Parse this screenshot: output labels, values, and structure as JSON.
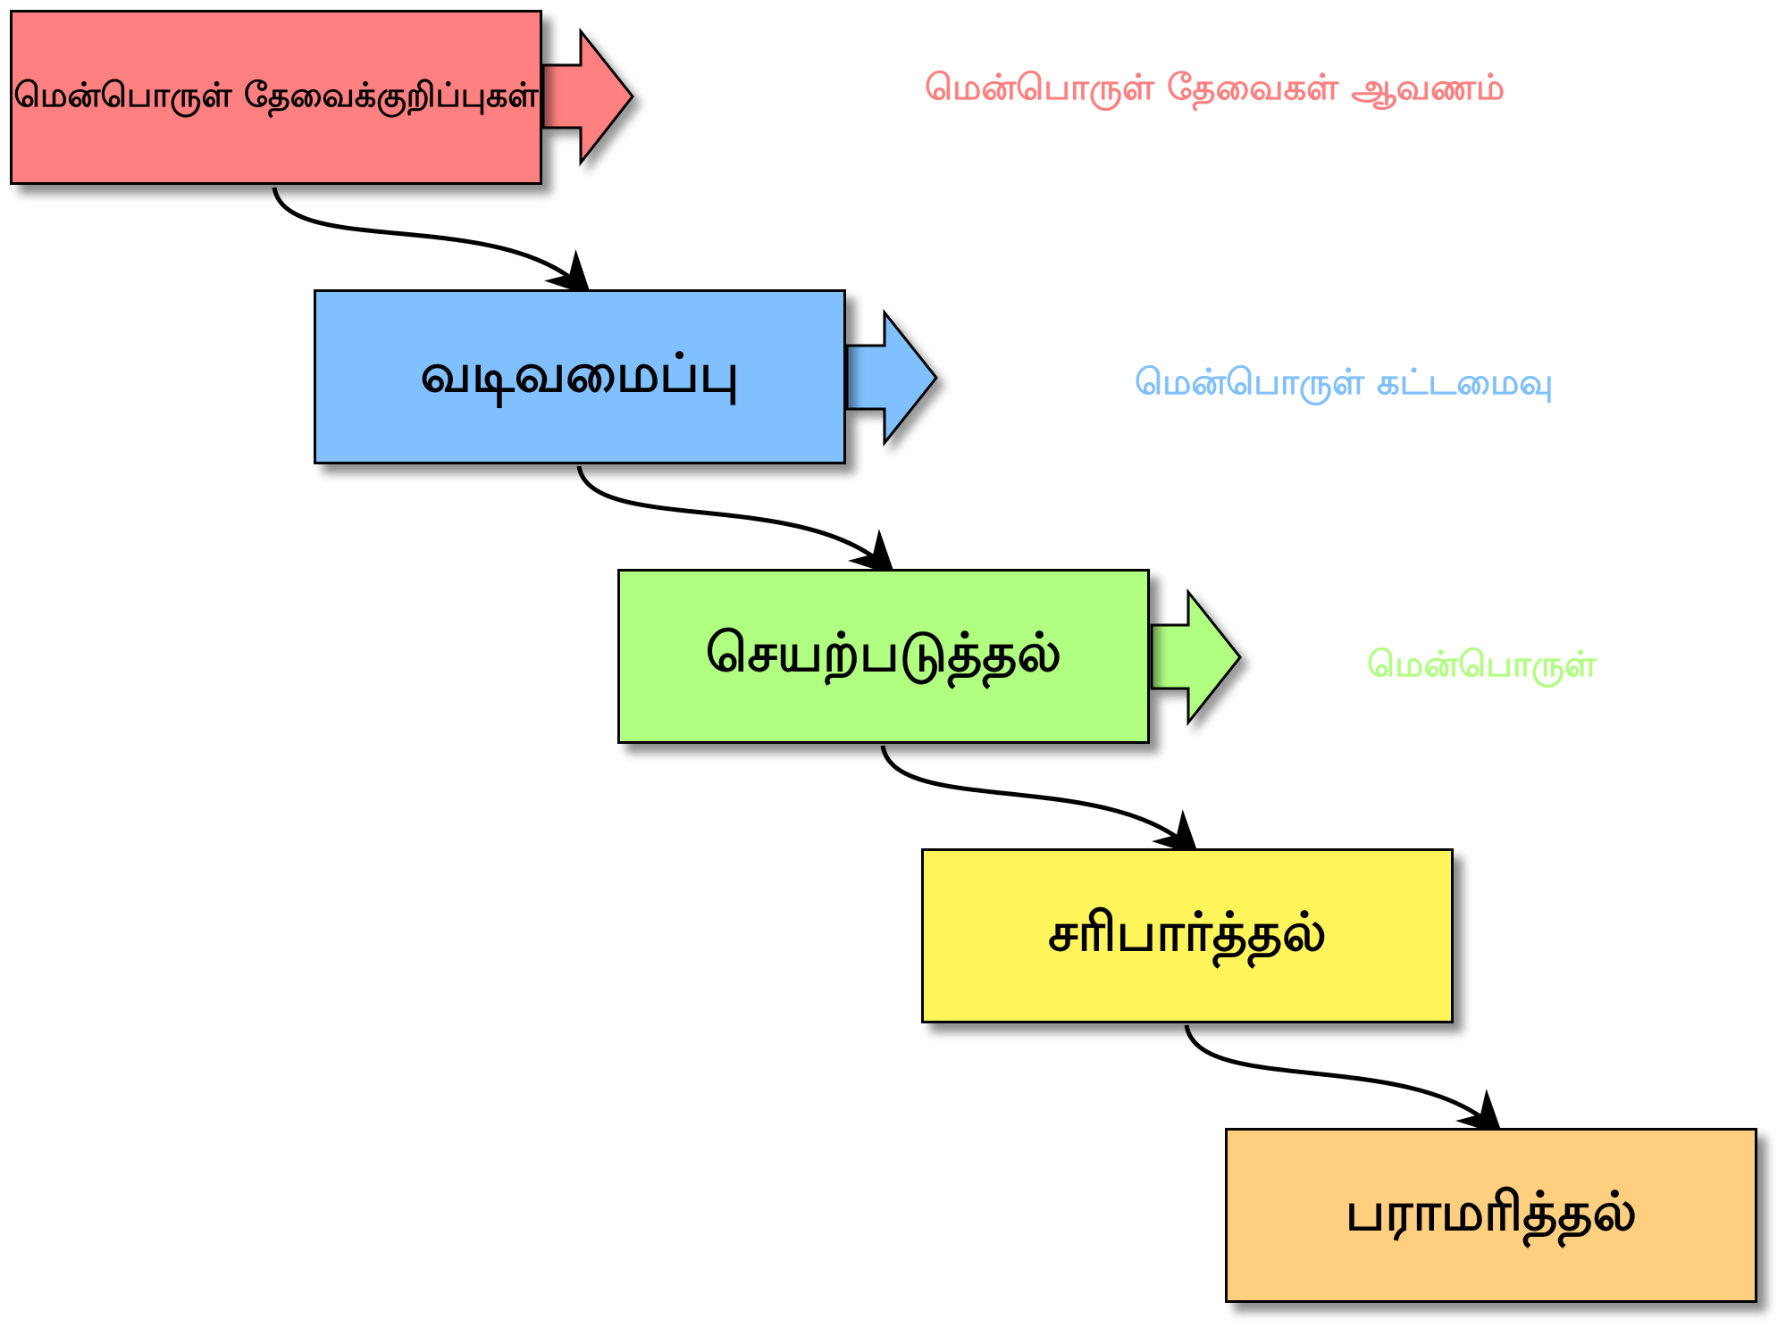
{
  "stages": [
    {
      "label": "மென்பொருள் தேவைக்குறிப்புகள்",
      "color": "#ff8080",
      "output": {
        "label": "மென்பொருள்   தேவைகள்  ஆவணம்",
        "color": "#ff8080"
      }
    },
    {
      "label": "வடிவமைப்பு",
      "color": "#80c0ff",
      "output": {
        "label": "மென்பொருள்  கட்டமைவு",
        "color": "#80c0ff"
      }
    },
    {
      "label": "செயற்படுத்தல்",
      "color": "#b0ff80",
      "output": {
        "label": "மென்பொருள்",
        "color": "#b0ff80"
      }
    },
    {
      "label": "சரிபார்த்தல்",
      "color": "#fff55a",
      "output": null
    },
    {
      "label": "பராமரித்தல்",
      "color": "#ffcf80",
      "output": null
    }
  ]
}
